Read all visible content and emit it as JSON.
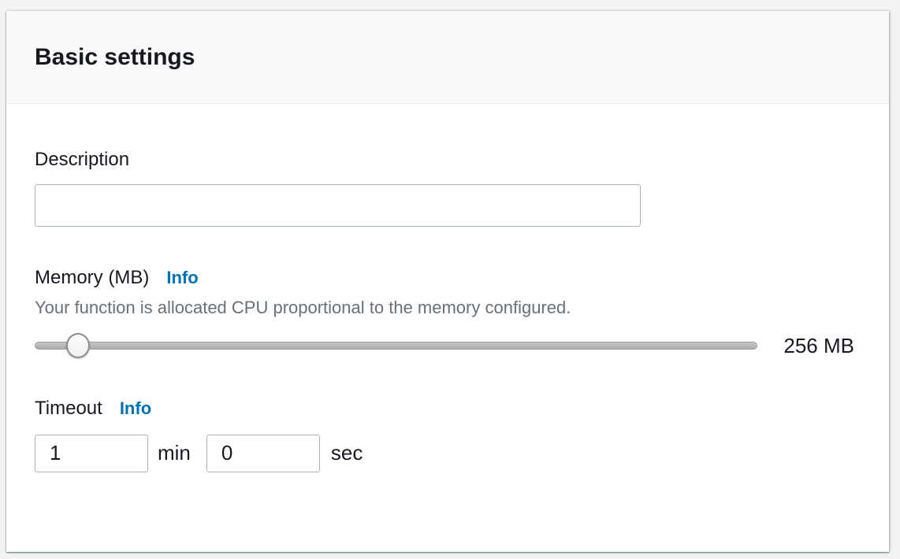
{
  "card": {
    "title": "Basic settings"
  },
  "description": {
    "label": "Description",
    "value": "",
    "placeholder": ""
  },
  "memory": {
    "label": "Memory (MB)",
    "info": "Info",
    "helper": "Your function is allocated CPU proportional to the memory configured.",
    "value": "256 MB",
    "slider_percent": 6
  },
  "timeout": {
    "label": "Timeout",
    "info": "Info",
    "min_value": "1",
    "min_unit": "min",
    "sec_value": "0",
    "sec_unit": "sec"
  },
  "colors": {
    "link_blue": "#0073bb",
    "text_dark": "#16191f",
    "text_secondary": "#687078",
    "input_border": "#aab7b8",
    "header_bg": "#fafafa",
    "page_bg": "#f2f3f3"
  }
}
